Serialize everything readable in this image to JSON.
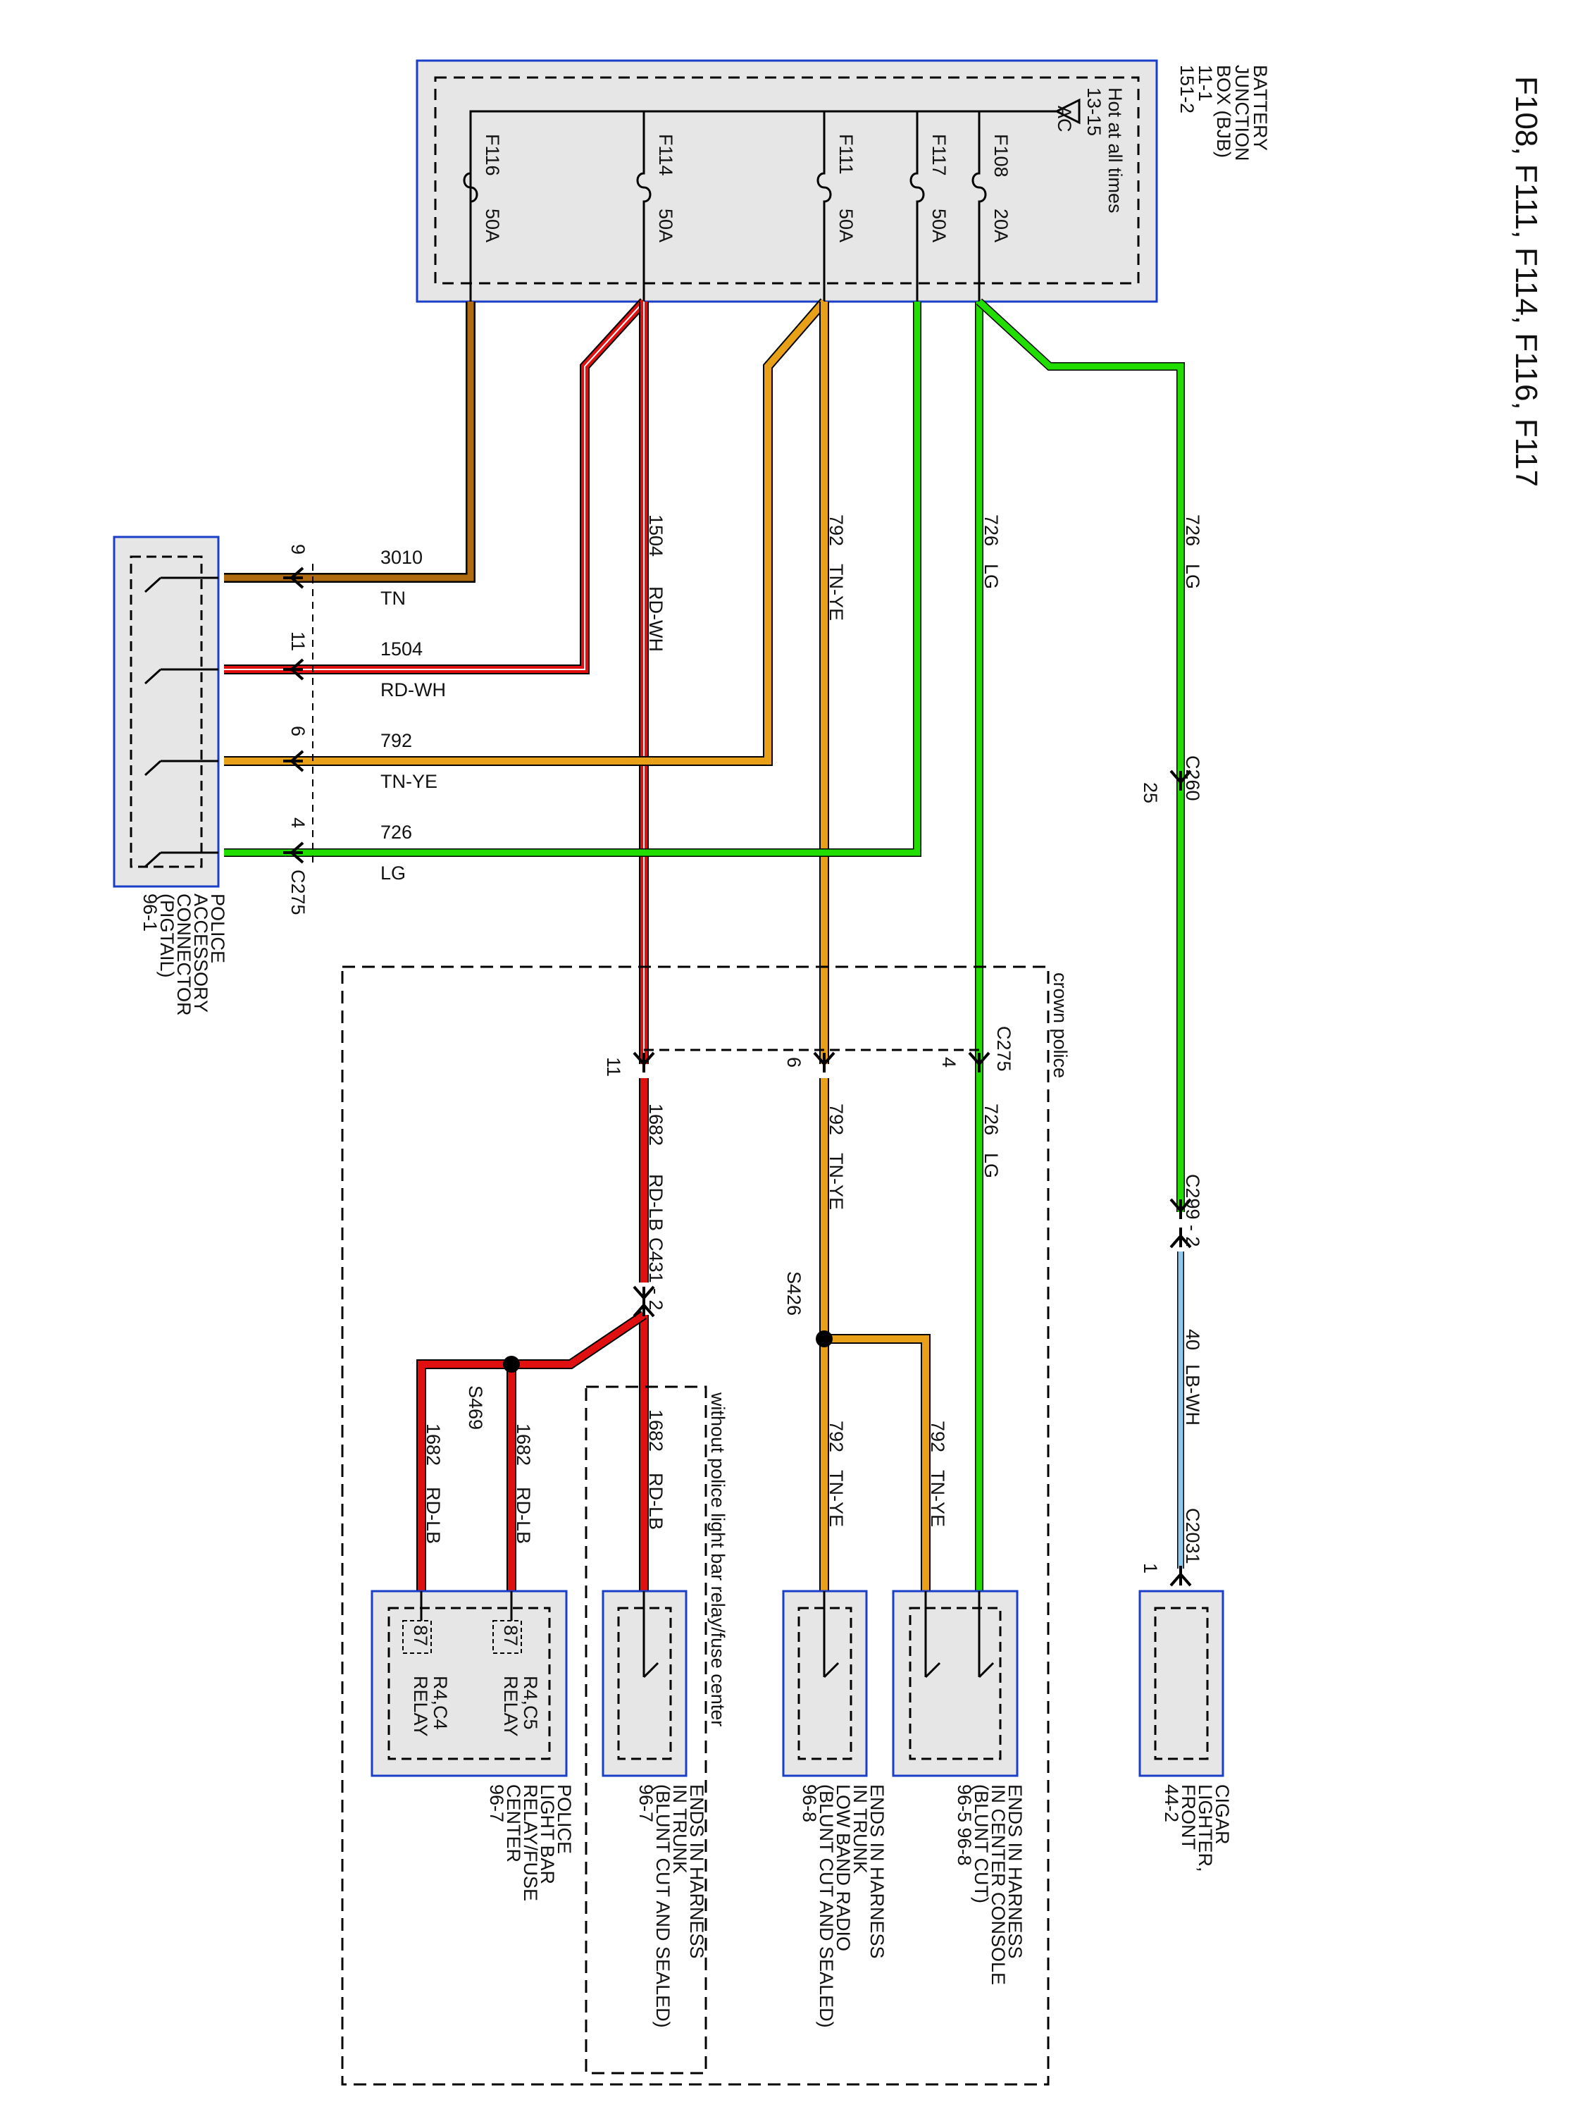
{
  "page_title": "F108, F111, F114, F116, F117",
  "bjb": {
    "name_lines": [
      "BATTERY",
      "JUNCTION",
      "BOX (BJB)",
      "11-1",
      "151-2"
    ],
    "hot_lines": [
      "Hot at all times",
      "13-15"
    ],
    "symbol": "AC",
    "fuses": [
      {
        "id": "F116",
        "rating": "50A"
      },
      {
        "id": "F114",
        "rating": "50A"
      },
      {
        "id": "F111",
        "rating": "50A"
      },
      {
        "id": "F117",
        "rating": "50A"
      },
      {
        "id": "F108",
        "rating": "20A"
      }
    ]
  },
  "wires": {
    "tn": {
      "circuit": "3010",
      "color": "TN"
    },
    "rdwh": {
      "circuit": "1504",
      "color": "RD-WH"
    },
    "tnye": {
      "circuit": "792",
      "color": "TN-YE"
    },
    "lg": {
      "circuit": "726",
      "color": "LG"
    },
    "lbwh": {
      "circuit": "40",
      "color": "LB-WH"
    },
    "rdlb": {
      "circuit": "1682",
      "color": "RD-LB"
    }
  },
  "colors": {
    "tan": "#b06a10",
    "red": "#e01010",
    "orange": "#e8a018",
    "green": "#22dd00",
    "lightblue": "#8ec8ec",
    "connector_fill": "#e6e6e6",
    "connector_border": "#1a3ec8"
  },
  "police_connector": {
    "name_lines": [
      "POLICE",
      "ACCESSORY",
      "CONNECTOR",
      "(PIGTAIL)",
      "96-1"
    ],
    "connector": "C275",
    "pins": [
      "9",
      "11",
      "6",
      "4"
    ]
  },
  "connectors": {
    "c260": {
      "name": "C260",
      "pin": "25"
    },
    "c299": {
      "name": "C299 - 2"
    },
    "c2031": {
      "name": "C2031",
      "pin": "1"
    },
    "c275": {
      "name": "C275",
      "pins": [
        "11",
        "6",
        "4"
      ]
    },
    "c431": {
      "name": "C431 - 2"
    }
  },
  "splices": {
    "s426": "S426",
    "s469": "S469"
  },
  "crown_label": "crown police",
  "without_label": "without police light bar relay/fuse center",
  "cigar": {
    "name_lines": [
      "CIGAR",
      "LIGHTER,",
      "FRONT",
      "44-2"
    ]
  },
  "center_console": {
    "name_lines": [
      "ENDS IN HARNESS",
      "IN CENTER CONSOLE",
      "(BLUNT CUT)",
      "96-5      96-8"
    ]
  },
  "radio": {
    "name_lines": [
      "ENDS IN HARNESS",
      "IN TRUNK",
      "LOW BAND RADIO",
      "(BLUNT CUT AND SEALED)",
      "96-8"
    ]
  },
  "trunk": {
    "name_lines": [
      "ENDS IN HARNESS",
      "IN TRUNK",
      "(BLUNT CUT AND SEALED)",
      "96-7"
    ]
  },
  "lightbar": {
    "name_lines": [
      "POLICE",
      "LIGHT BAR",
      "RELAY/FUSE",
      "CENTER",
      "96-7"
    ]
  },
  "relays": {
    "r4c5": {
      "name": "R4,C5",
      "type": "RELAY",
      "pin": "87"
    },
    "r4c4": {
      "name": "R4,C4",
      "type": "RELAY",
      "pin": "87"
    }
  }
}
